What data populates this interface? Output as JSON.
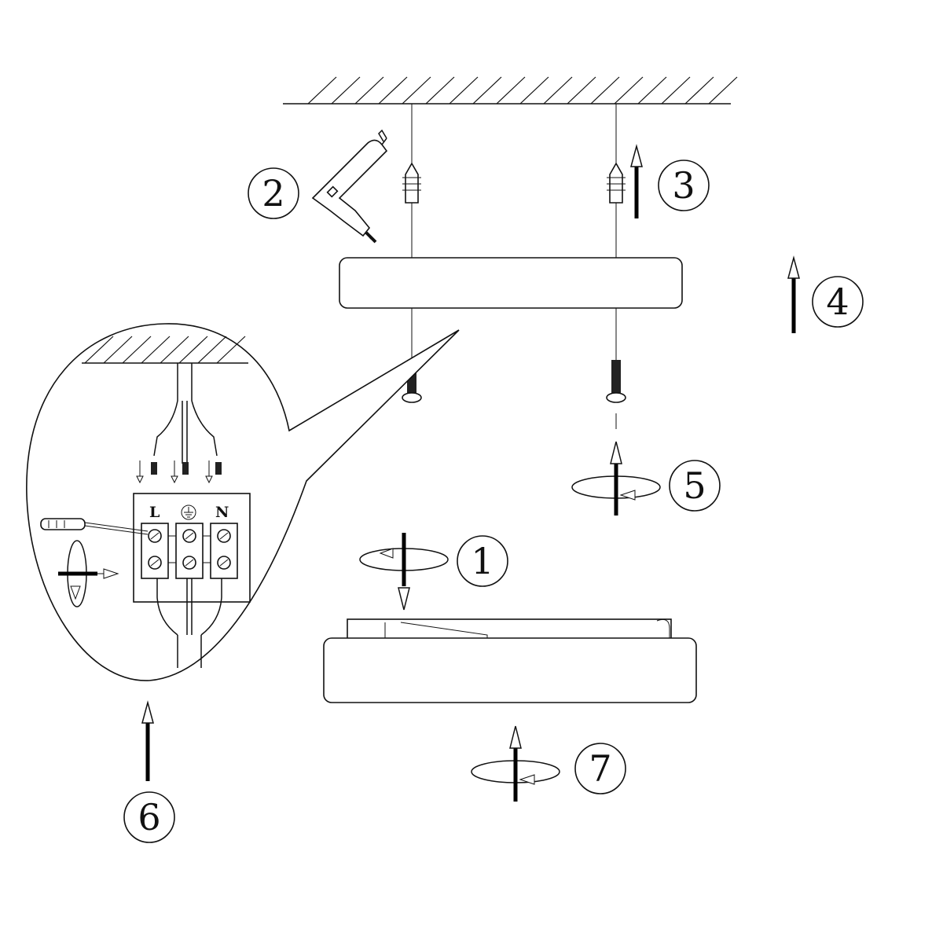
{
  "steps": [
    {
      "id": 1,
      "label": "1"
    },
    {
      "id": 2,
      "label": "2"
    },
    {
      "id": 3,
      "label": "3"
    },
    {
      "id": 4,
      "label": "4"
    },
    {
      "id": 5,
      "label": "5"
    },
    {
      "id": 6,
      "label": "6"
    },
    {
      "id": 7,
      "label": "7"
    }
  ],
  "terminals": {
    "live": "L",
    "earth_icon": "earth-ground-icon",
    "neutral": "N"
  },
  "colors": {
    "line": "#111111",
    "background": "#ffffff"
  }
}
